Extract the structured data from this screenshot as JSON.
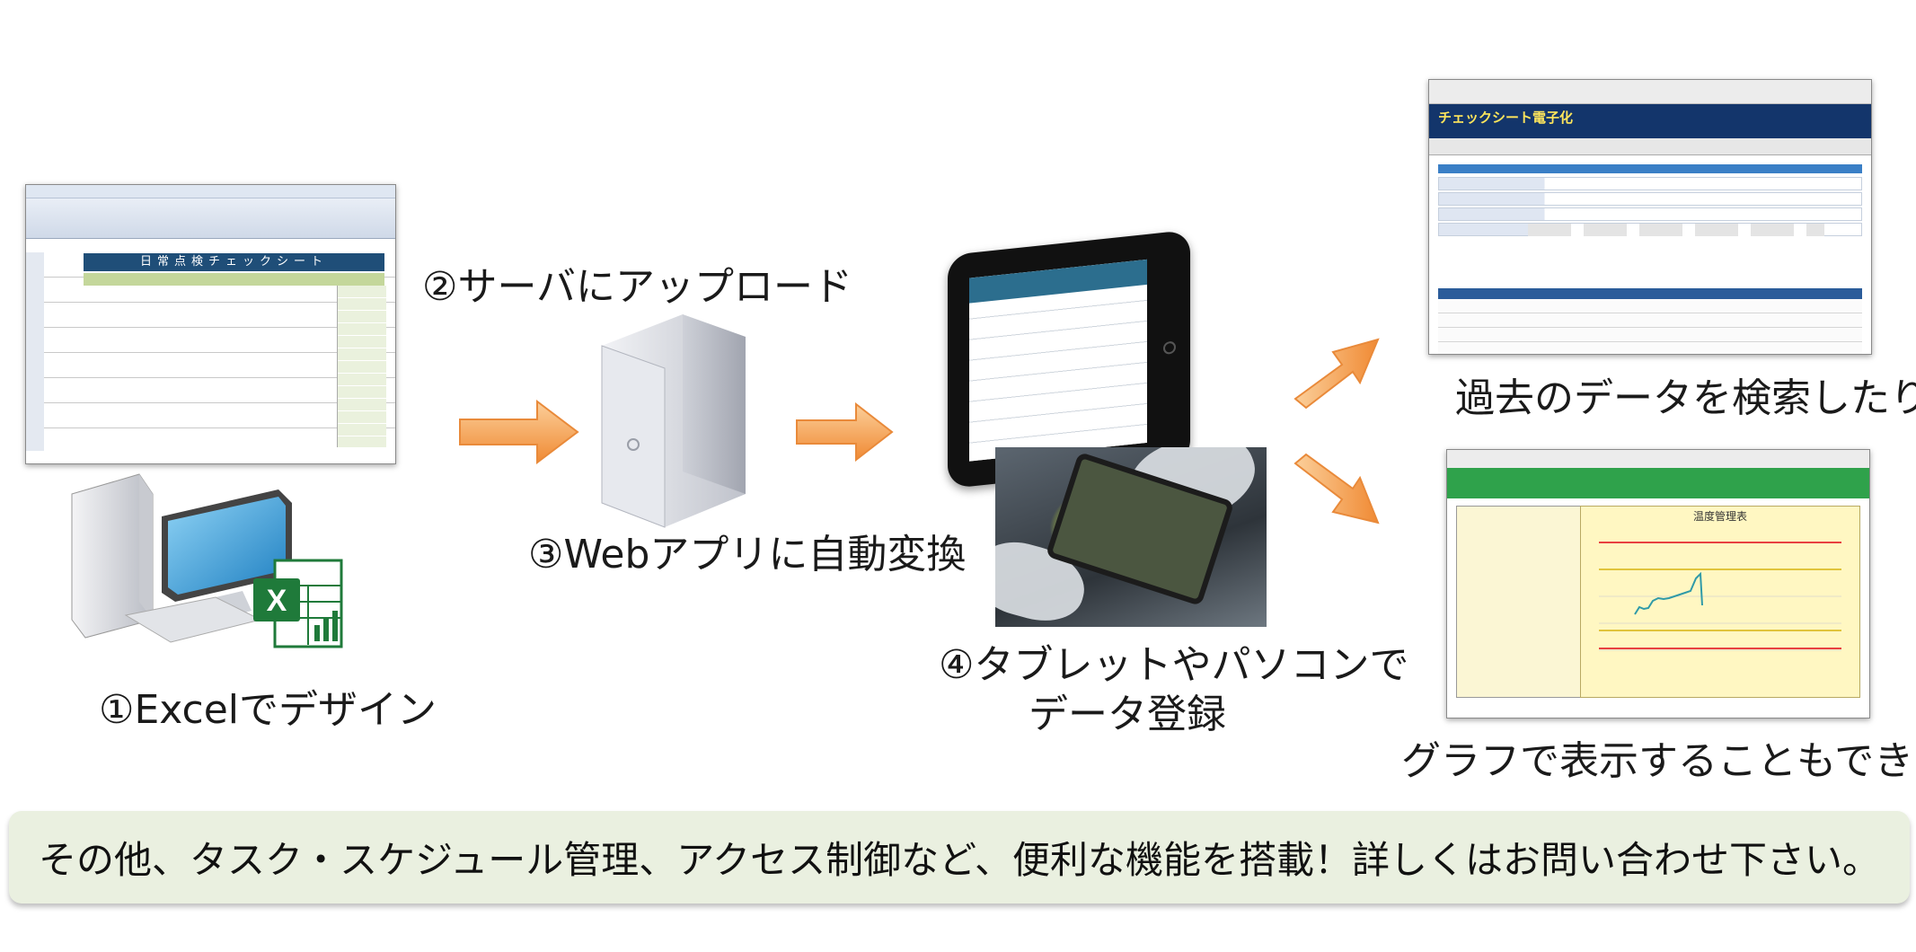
{
  "labels": {
    "step1": "①Excelでデザイン",
    "step2": "②サーバにアップロード",
    "step3": "③Webアプリに自動変換",
    "step4_line1": "④タブレットやパソコンで",
    "step4_line2": "データ登録",
    "search": "過去のデータを検索したり、",
    "graph": "グラフで表示することもできます"
  },
  "excel_sheet": {
    "title": "日常点検チェックシート"
  },
  "search_app": {
    "title": "チェックシート電子化"
  },
  "graph_app": {
    "chart_title": "温度管理表"
  },
  "footer": {
    "text": "その他、タスク・スケジュール管理、アクセス制御など、便利な機能を搭載！詳しくはお問い合わせ下さい。"
  },
  "colors": {
    "arrow": "#f6a04d",
    "excel_green": "#1f7a3a",
    "footer_bg": "#eaf0e0",
    "chart_bg": "#fff7c2"
  }
}
